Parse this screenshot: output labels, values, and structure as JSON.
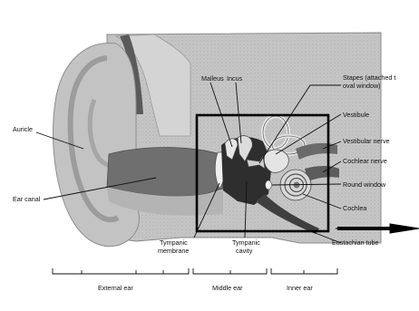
{
  "labels": {
    "auricle": "Auricle",
    "ear_canal": "Ear canal",
    "malleus": "Malleus",
    "incus": "Incus",
    "stapes_line1": "Stapes (attached t",
    "stapes_line2": "oval window)",
    "vestibule": "Vestibule",
    "vestibular_nerve": "Vestibular nerve",
    "cochlear_nerve": "Cochlear nerve",
    "round_window": "Round window",
    "cochlea": "Cochlea",
    "eustachian_tube": "Eustachian tube",
    "tympanic_membrane_line1": "Tympanic",
    "tympanic_membrane_line2": "membrane",
    "tympanic_cavity_line1": "Tympanic",
    "tympanic_cavity_line2": "cavity"
  },
  "regions": {
    "external_ear": "External ear",
    "middle_ear": "Middle ear",
    "inner_ear": "Inner ear"
  },
  "colors": {
    "skin": "#bdbdbd",
    "skin_dark": "#9a9a9a",
    "canal": "#7a7a7a",
    "bone": "#c9c9c9",
    "dark": "#3a3a3a",
    "line": "#111111",
    "highlight_box": "#000000"
  }
}
